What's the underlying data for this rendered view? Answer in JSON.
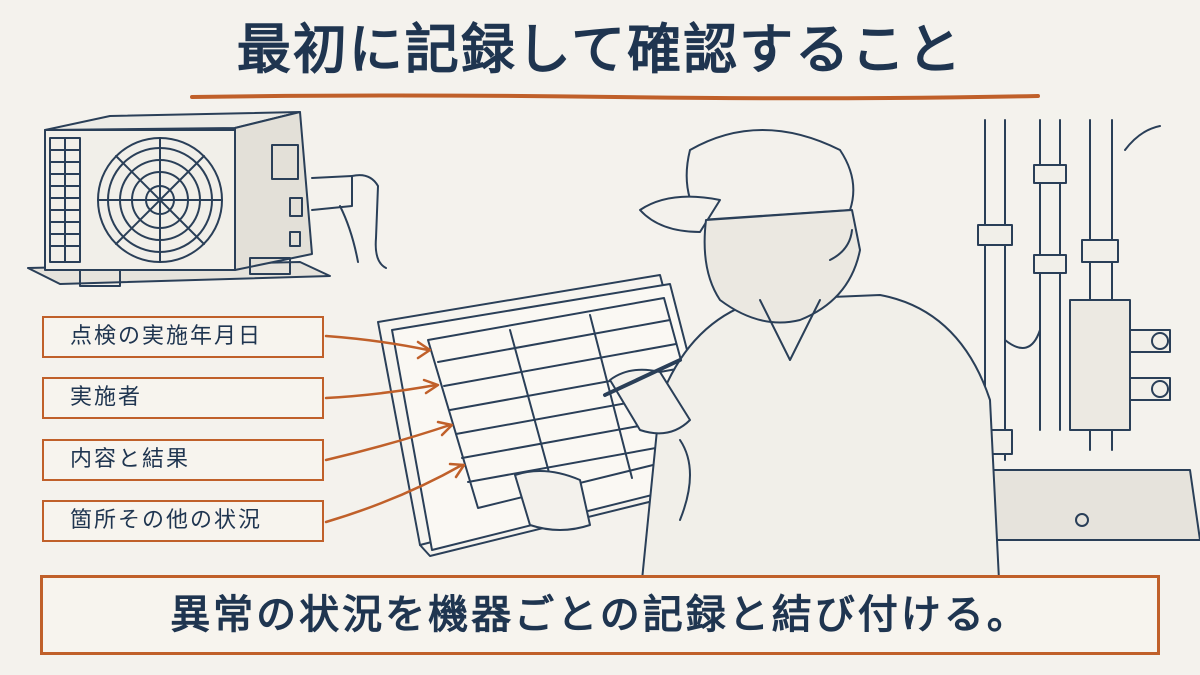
{
  "title": "最初に記録して確認すること",
  "labels": [
    {
      "id": "date",
      "text": "点検の実施年月日"
    },
    {
      "id": "person",
      "text": "実施者"
    },
    {
      "id": "content",
      "text": "内容と結果"
    },
    {
      "id": "location",
      "text": "箇所その他の状況"
    }
  ],
  "bottom_text": "異常の状況を機器ごとの記録と結び付ける。",
  "colors": {
    "ink": "#1f3550",
    "accent": "#c0602a",
    "paper": "#f4f2ed"
  },
  "icons": [
    "outdoor-ac-unit-icon",
    "technician-icon",
    "logbook-icon",
    "pipes-valves-icon",
    "arrow-icon"
  ]
}
